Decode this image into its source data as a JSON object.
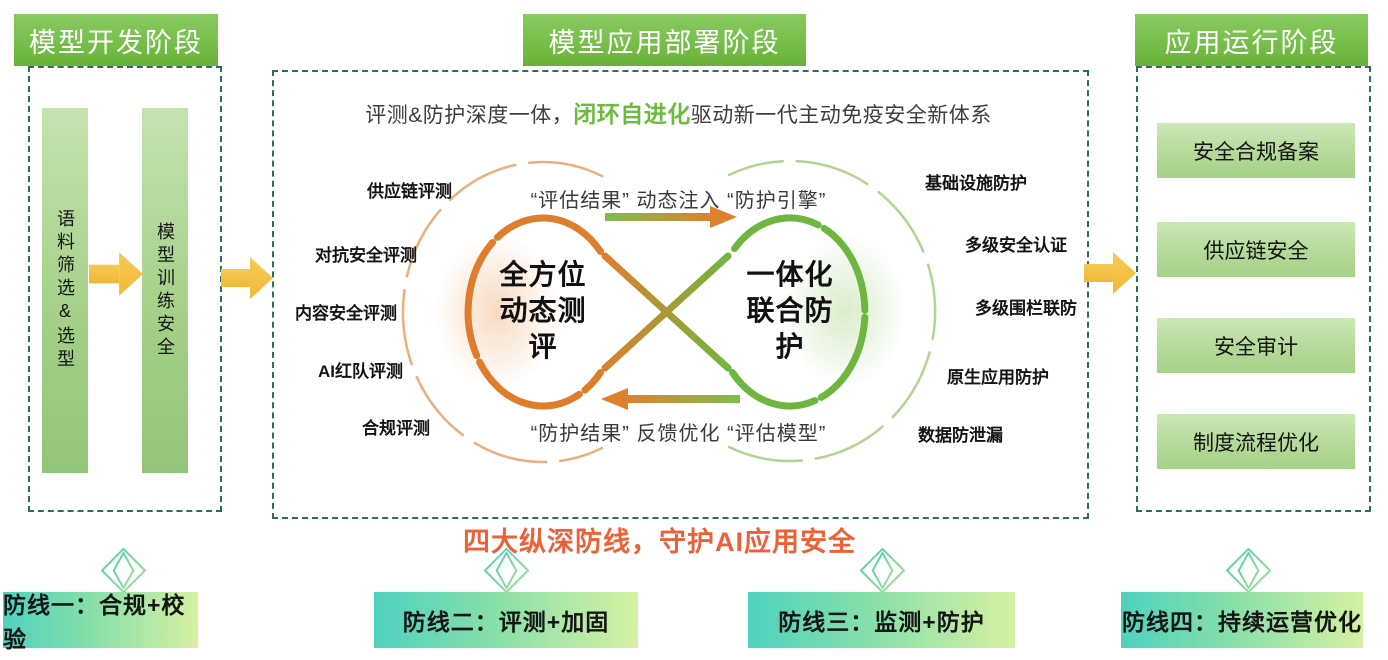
{
  "stages": {
    "dev": {
      "title": "模型开发阶段",
      "pillars": [
        "语料筛选&选型",
        "模型训练安全"
      ]
    },
    "deploy": {
      "title": "模型应用部署阶段",
      "subtitle": {
        "pre": "评测&防护深度一体，",
        "em": "闭环自进化",
        "post": "驱动新一代主动免疫安全新体系"
      },
      "loop": {
        "left_lines": [
          "全方位",
          "动态测",
          "评"
        ],
        "right_lines": [
          "一体化",
          "联合防",
          "护"
        ],
        "top_flow": "“评估结果” 动态注入 “防护引擎”",
        "bottom_flow": "“防护结果” 反馈优化 “评估模型”"
      },
      "eval_labels": [
        "供应链评测",
        "对抗安全评测",
        "内容安全评测",
        "AI红队评测",
        "合规评测"
      ],
      "protect_labels": [
        "基础设施防护",
        "多级安全认证",
        "多级围栏联防",
        "原生应用防护",
        "数据防泄漏"
      ]
    },
    "run": {
      "title": "应用运行阶段",
      "items": [
        "安全合规备案",
        "供应链安全",
        "安全审计",
        "制度流程优化"
      ]
    }
  },
  "defense": {
    "headline": "四大纵深防线，守护AI应用安全",
    "lines": [
      "防线一：合规+校验",
      "防线二：评测+加固",
      "防线三：监测+防护",
      "防线四：持续运营优化"
    ]
  },
  "colors": {
    "header_green": "#77BF4B",
    "pillar_green": "#A5D189",
    "dashed_border": "#2F6B5E",
    "arrow_yellow": "#F5C243",
    "loop_orange": "#DE7E2C",
    "loop_green": "#6FB640",
    "subtitle_em_green": "#6CBB3F",
    "headline_orange": "#EC6137",
    "defense_bar_start": "#4ED1BE",
    "defense_bar_end": "#D6F0A2",
    "gem_teal": "#4FCDB4",
    "gem_green": "#A6E090"
  }
}
